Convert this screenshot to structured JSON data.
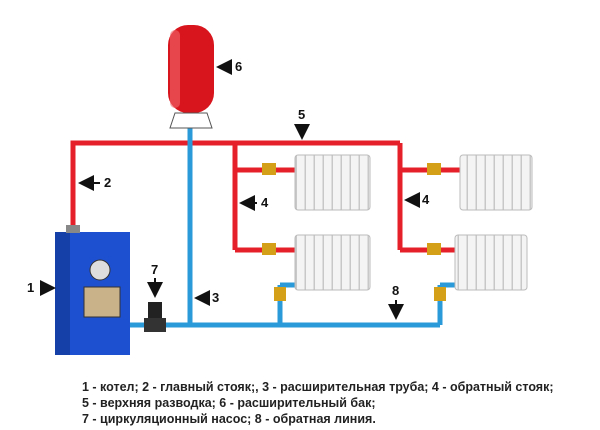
{
  "colors": {
    "supply": "#e5202a",
    "return": "#2b9ad8",
    "boiler": "#1d4fd1",
    "tank": "#d8141c",
    "radiator": "#f2f2f2"
  },
  "labels": {
    "boiler": "1",
    "main_riser": "2",
    "expansion_pipe": "3",
    "return_riser_left": "4",
    "return_riser_right": "4",
    "top_distribution": "5",
    "expansion_tank": "6",
    "pump": "7",
    "return_line": "8"
  },
  "legend": [
    "1 - котел; 2 - главный стояк;, 3 - расширительная труба; 4 - обратный стояк;",
    "5 - верхняя разводка; 6 - расширительный бак;",
    "7 - циркуляционный насос; 8 - обратная линия."
  ]
}
